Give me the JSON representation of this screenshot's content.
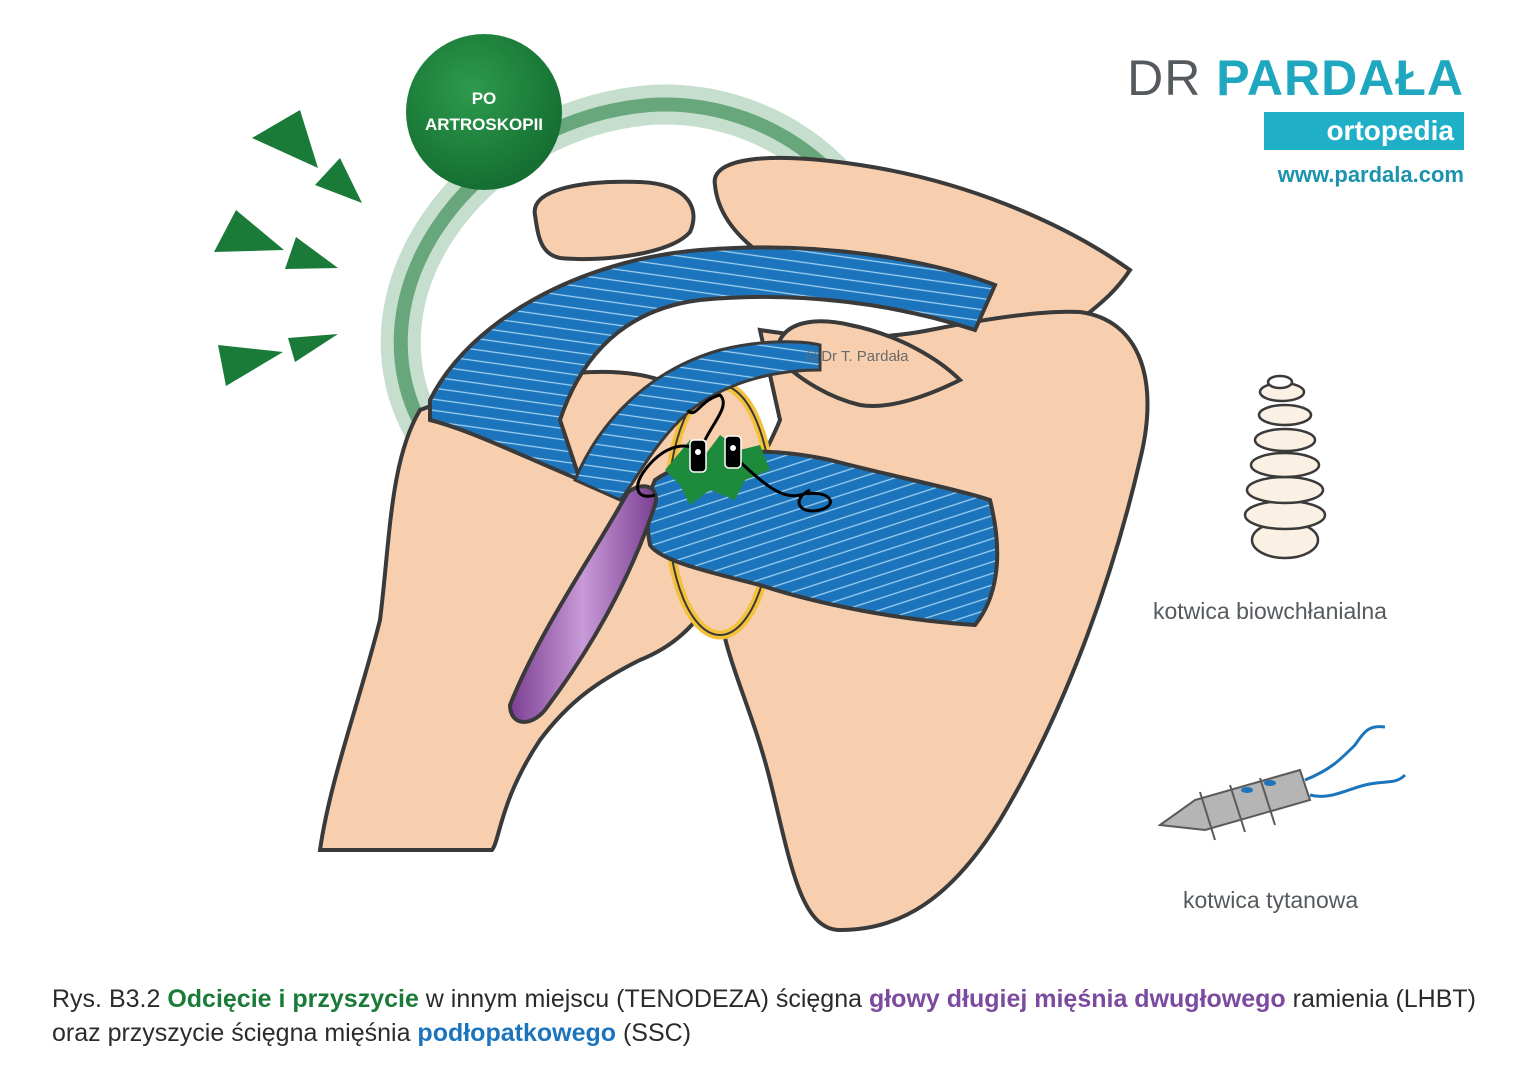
{
  "brand": {
    "prefix": "DR",
    "name": "PARDAŁA",
    "tagline": "ortopedia",
    "url": "www.pardala.com",
    "colors": {
      "teal": "#1fa7bf",
      "grey": "#555a5e"
    }
  },
  "badge": {
    "line1": "PO",
    "line2": "ARTROSKOPII",
    "color": "#1a7a38"
  },
  "copyright": "© Dr T. Pardała",
  "anchors": {
    "bio_label": "kotwica biowchłanialna",
    "titan_label": "kotwica tytanowa"
  },
  "caption": {
    "p1": "Rys. B3.2 ",
    "p2": "Odcięcie i przyszycie",
    "p3": " w innym miejscu (TENODEZA) ścięgna ",
    "p4": "głowy długiej mięśnia dwugłowego",
    "p5": " ramienia (LHBT) oraz przyszycie ścięgna mięśnia ",
    "p6": "podłopatkowego",
    "p7": " (SSC)"
  },
  "colors": {
    "bone": "#f7cfae",
    "tendon": "#1c75bc",
    "biceps": "#8a4f9e",
    "labrum": "#f5c03a",
    "suture_site": "#1e8a3c",
    "outline": "#3a3a3a"
  }
}
